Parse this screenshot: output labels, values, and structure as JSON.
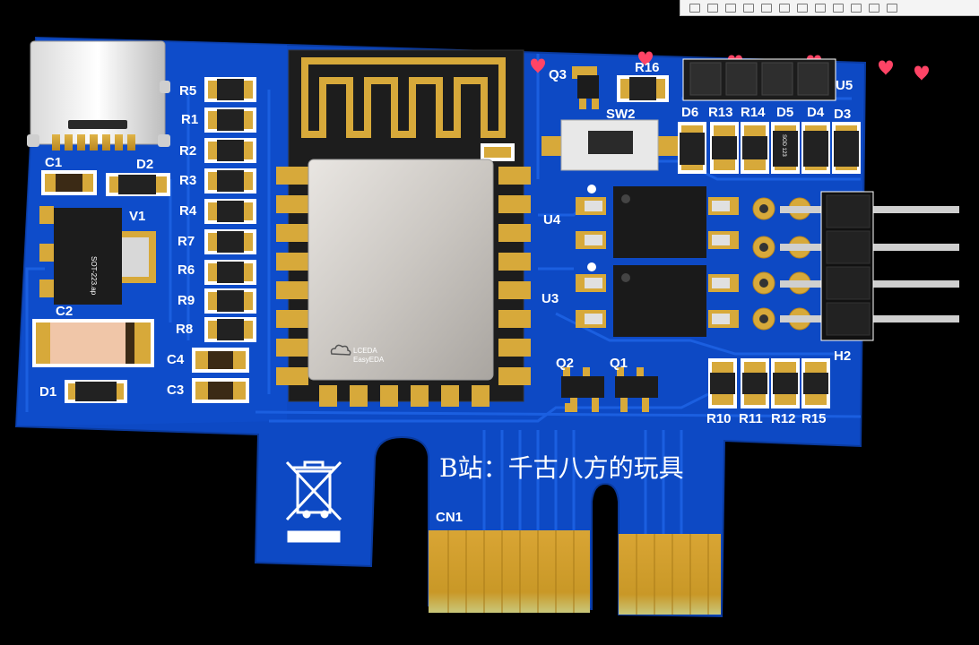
{
  "board": {
    "title_text": "B站：千古八方的玩具",
    "module_logo": "LCEDA",
    "module_logo_sub": "EasyEDA",
    "colors": {
      "pcb": "#0d49c4",
      "pcb_dark": "#0a3a9e",
      "trace": "#1b5fe0",
      "pad_gold": "#d7a93a",
      "shield": "#cfcbc6",
      "background": "#000000",
      "heart": "#ff4466"
    }
  },
  "labels": {
    "R5": "R5",
    "R1": "R1",
    "R2": "R2",
    "R3": "R3",
    "R4": "R4",
    "R7": "R7",
    "R6": "R6",
    "R9": "R9",
    "R8": "R8",
    "C4": "C4",
    "C3": "C3",
    "C1": "C1",
    "C2": "C2",
    "D1": "D1",
    "D2": "D2",
    "V1": "V1",
    "Q3": "Q3",
    "R16": "R16",
    "SW2": "SW2",
    "U5": "U5",
    "D6": "D6",
    "R13": "R13",
    "R14": "R14",
    "D5": "D5",
    "D4": "D4",
    "D3": "D3",
    "U4": "U4",
    "U3": "U3",
    "Q2": "Q2",
    "Q1": "Q1",
    "R10": "R10",
    "R11": "R11",
    "R12": "R12",
    "R15": "R15",
    "H2": "H2",
    "CN1": "CN1"
  },
  "part_marks": {
    "v1_body": "SOT-223.ap",
    "d5_body": "SOD 123"
  },
  "icons": [
    "weee-bin-icon",
    "cloud-logo-icon",
    "heart-icon",
    "toolbar-icon"
  ]
}
